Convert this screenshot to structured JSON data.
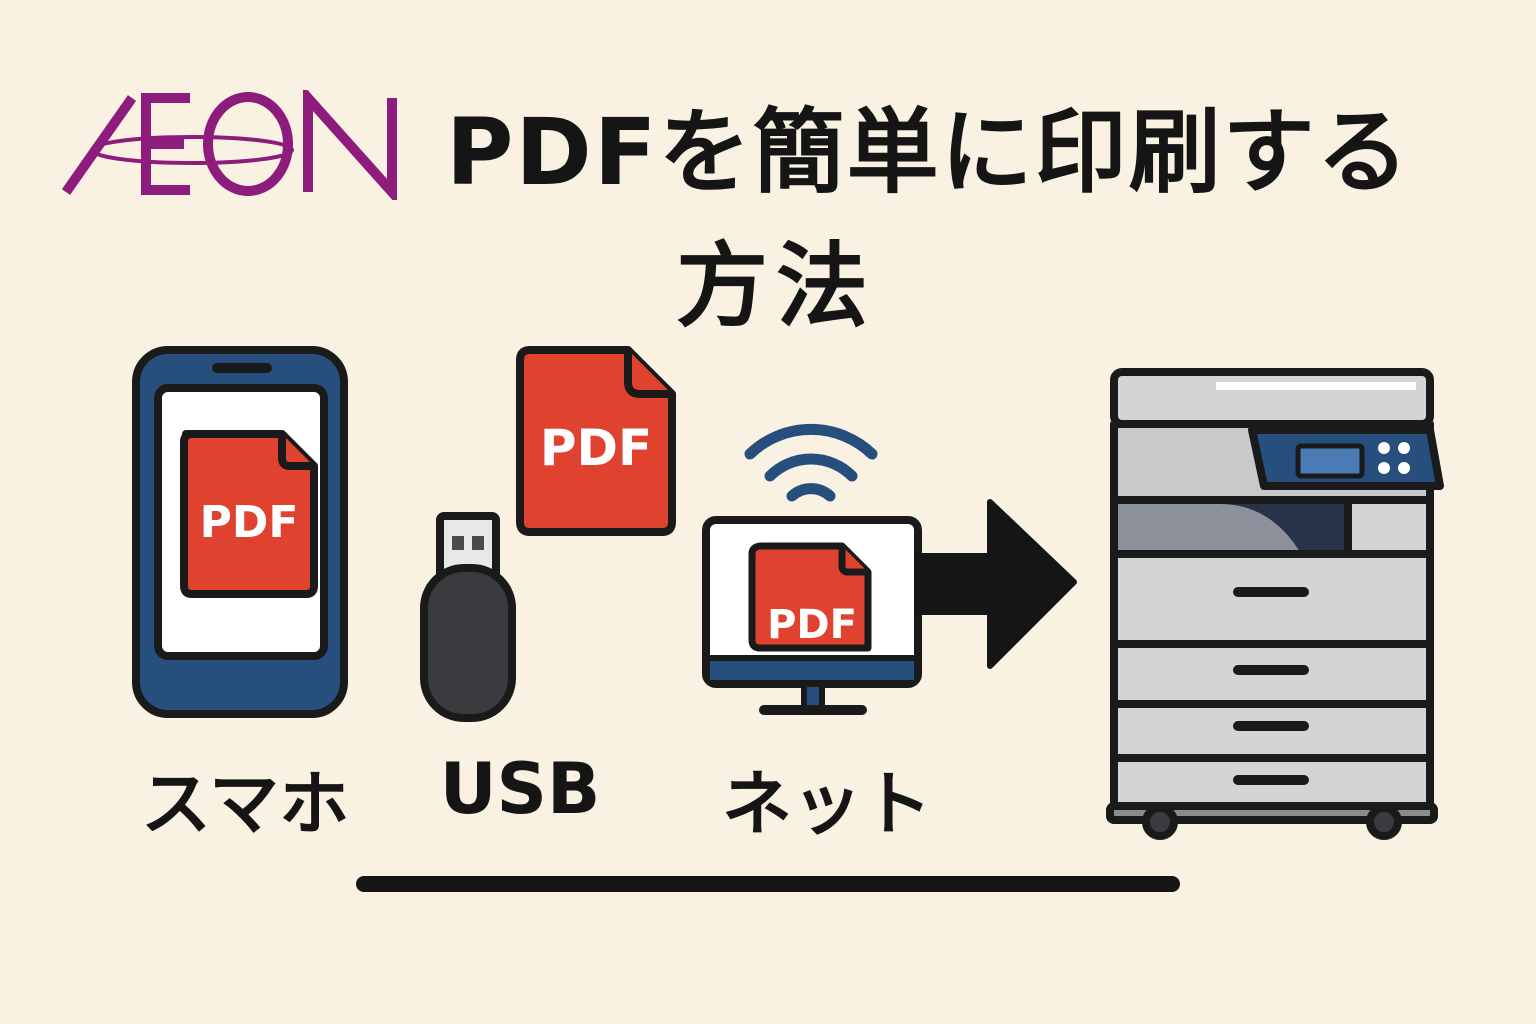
{
  "logo": {
    "text": "ÆON",
    "color": "#8e1c7d"
  },
  "title": {
    "line1": "PDFを簡単に印刷する",
    "line2": "方法"
  },
  "file_badge": "PDF",
  "sources": [
    {
      "label": "スマホ",
      "icon": "smartphone-icon"
    },
    {
      "label": "USB",
      "icon": "usb-drive-icon"
    },
    {
      "label": "ネット",
      "icon": "network-monitor-icon"
    }
  ],
  "target": {
    "icon": "multifunction-printer-icon"
  },
  "colors": {
    "background": "#f9f1e2",
    "pdf_red": "#e04230",
    "phone_blue": "#264f7d",
    "outline": "#1a1a1a",
    "printer_gray": "#c8c9cb"
  }
}
